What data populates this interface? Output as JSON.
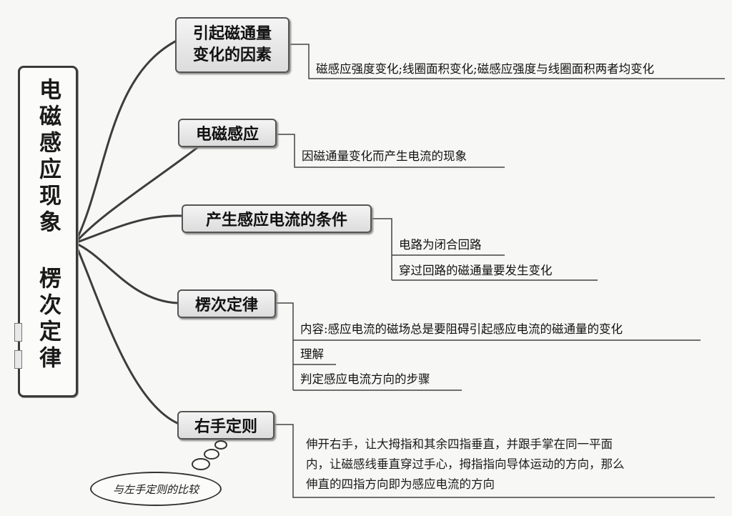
{
  "title": "电磁感应现象 楞次定律",
  "nodes": {
    "flux_factors": {
      "line1": "引起磁通量",
      "line2": "变化的因素"
    },
    "em_induction": "电磁感应",
    "conditions": "产生感应电流的条件",
    "lenz_law": "楞次定律",
    "right_hand_rule": "右手定则"
  },
  "leaves": {
    "flux_factors": "磁感应强度变化;线圈面积变化;磁感应强度与线圈面积两者均变化",
    "em_induction": "因磁通量变化而产生电流的现象",
    "conditions": [
      "电路为闭合回路",
      "穿过回路的磁通量要发生变化"
    ],
    "lenz_law": [
      "内容:感应电流的磁场总是要阻碍引起感应电流的磁通量的变化",
      "理解",
      "判定感应电流方向的步骤"
    ],
    "right_hand_rule": [
      "伸开右手，让大拇指和其余四指垂直，并跟手掌在同一平面",
      "内，让磁感线垂直穿过手心，拇指指向导体运动的方向，那么",
      "伸直的四指方向即为感应电流的方向"
    ]
  },
  "comparison_bubble": "与左手定则的比较"
}
